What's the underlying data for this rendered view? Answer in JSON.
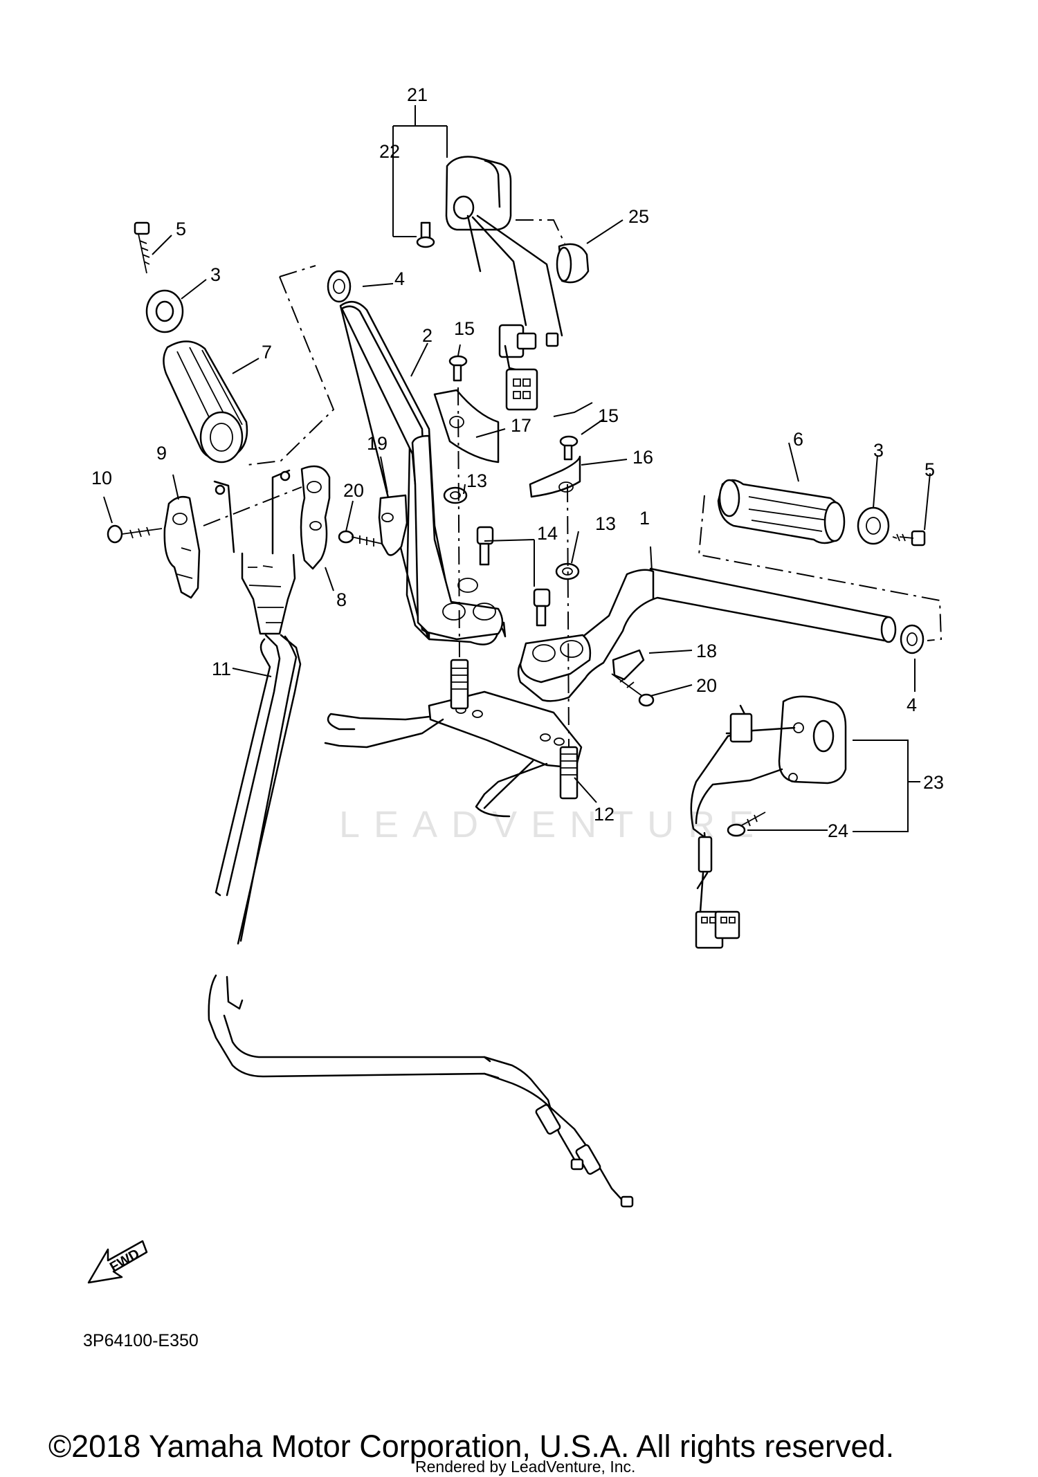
{
  "callouts": {
    "c1": "1",
    "c2": "2",
    "c3a": "3",
    "c3b": "3",
    "c4a": "4",
    "c4b": "4",
    "c5a": "5",
    "c5b": "5",
    "c6": "6",
    "c7": "7",
    "c8": "8",
    "c9": "9",
    "c10": "10",
    "c11": "11",
    "c12": "12",
    "c13a": "13",
    "c13b": "13",
    "c14": "14",
    "c15a": "15",
    "c15b": "15",
    "c16": "16",
    "c17": "17",
    "c18": "18",
    "c19": "19",
    "c20a": "20",
    "c20b": "20",
    "c21": "21",
    "c22": "22",
    "c23": "23",
    "c24": "24",
    "c25": "25"
  },
  "fwd_label": "FWD",
  "drawing_number": "3P64100-E350",
  "watermark": "LEADVENTURE",
  "copyright": "©2018 Yamaha Motor Corporation, U.S.A. All rights reserved.",
  "rendered_by": "Rendered by LeadVenture, Inc."
}
